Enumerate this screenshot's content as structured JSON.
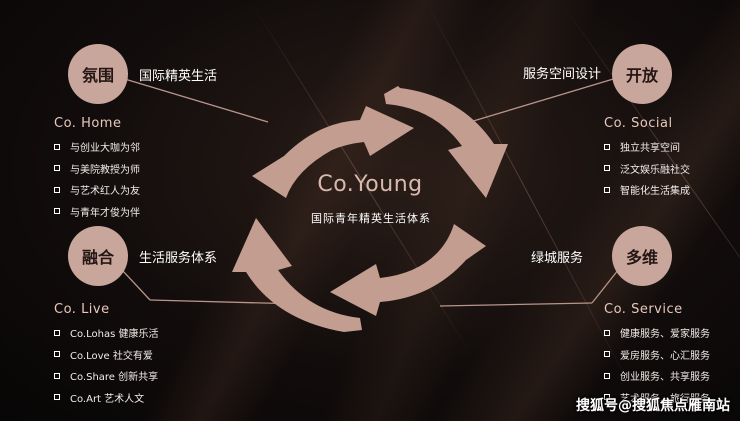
{
  "center": {
    "title": "Co.Young",
    "subtitle": "国际青年精英生活体系"
  },
  "colors": {
    "accent": "#c9a69b",
    "category_text": "#e9c8bc",
    "background": "#0d0a0a"
  },
  "groups": {
    "top_left": {
      "circle": "氛围",
      "tagline": "国际精英生活",
      "category": "Co. Home",
      "items": [
        "与创业大咖为邻",
        "与美院教授为师",
        "与艺术红人为友",
        "与青年才俊为伴"
      ]
    },
    "top_right": {
      "circle": "开放",
      "tagline": "服务空间设计",
      "category": "Co. Social",
      "items": [
        "独立共享空间",
        "泛文娱乐融社交",
        "智能化生活集成"
      ]
    },
    "bottom_left": {
      "circle": "融合",
      "tagline": "生活服务体系",
      "category": "Co. Live",
      "items": [
        "Co.Lohas 健康乐活",
        "Co.Love 社交有爱",
        "Co.Share 创新共享",
        "Co.Art 艺术人文"
      ]
    },
    "bottom_right": {
      "circle": "多维",
      "tagline": "绿城服务",
      "category": "Co. Service",
      "items": [
        "健康服务、爱家服务",
        "爱房服务、心汇服务",
        "创业服务、共享服务",
        "艺术服务、旅行服务"
      ]
    }
  },
  "watermark": "搜狐号@搜狐焦点雁南站"
}
